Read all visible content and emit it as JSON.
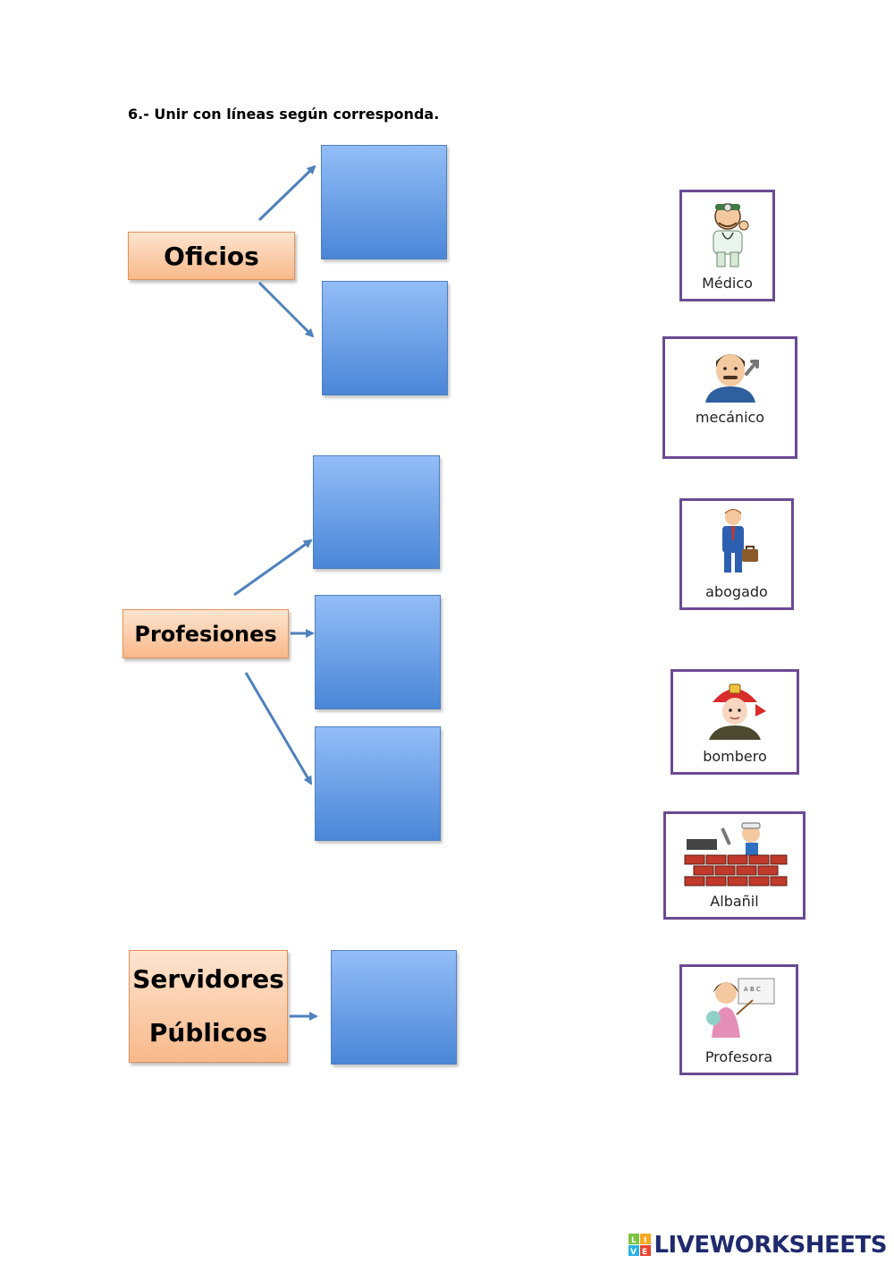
{
  "instruction": "6.- Unir con líneas según corresponda.",
  "categories": {
    "oficios": "Oficios",
    "profesiones": "Profesiones",
    "servidores_line1": "Servidores",
    "servidores_line2": "Públicos"
  },
  "cards": [
    {
      "label": "Médico",
      "icon": "doctor-icon"
    },
    {
      "label": "mecánico",
      "icon": "mechanic-icon"
    },
    {
      "label": "abogado",
      "icon": "lawyer-icon"
    },
    {
      "label": "bombero",
      "icon": "firefighter-icon"
    },
    {
      "label": "Albañil",
      "icon": "bricklayer-icon"
    },
    {
      "label": "Profesora",
      "icon": "teacher-icon"
    }
  ],
  "logo": {
    "text": "LIVEWORKSHEETS",
    "badge_letters": "LIVE"
  },
  "colors": {
    "arrow": "#4f81bd",
    "card_border": "#6b4a93",
    "category_fill": "#f8b98a",
    "drop_fill": "#4a86d7"
  }
}
